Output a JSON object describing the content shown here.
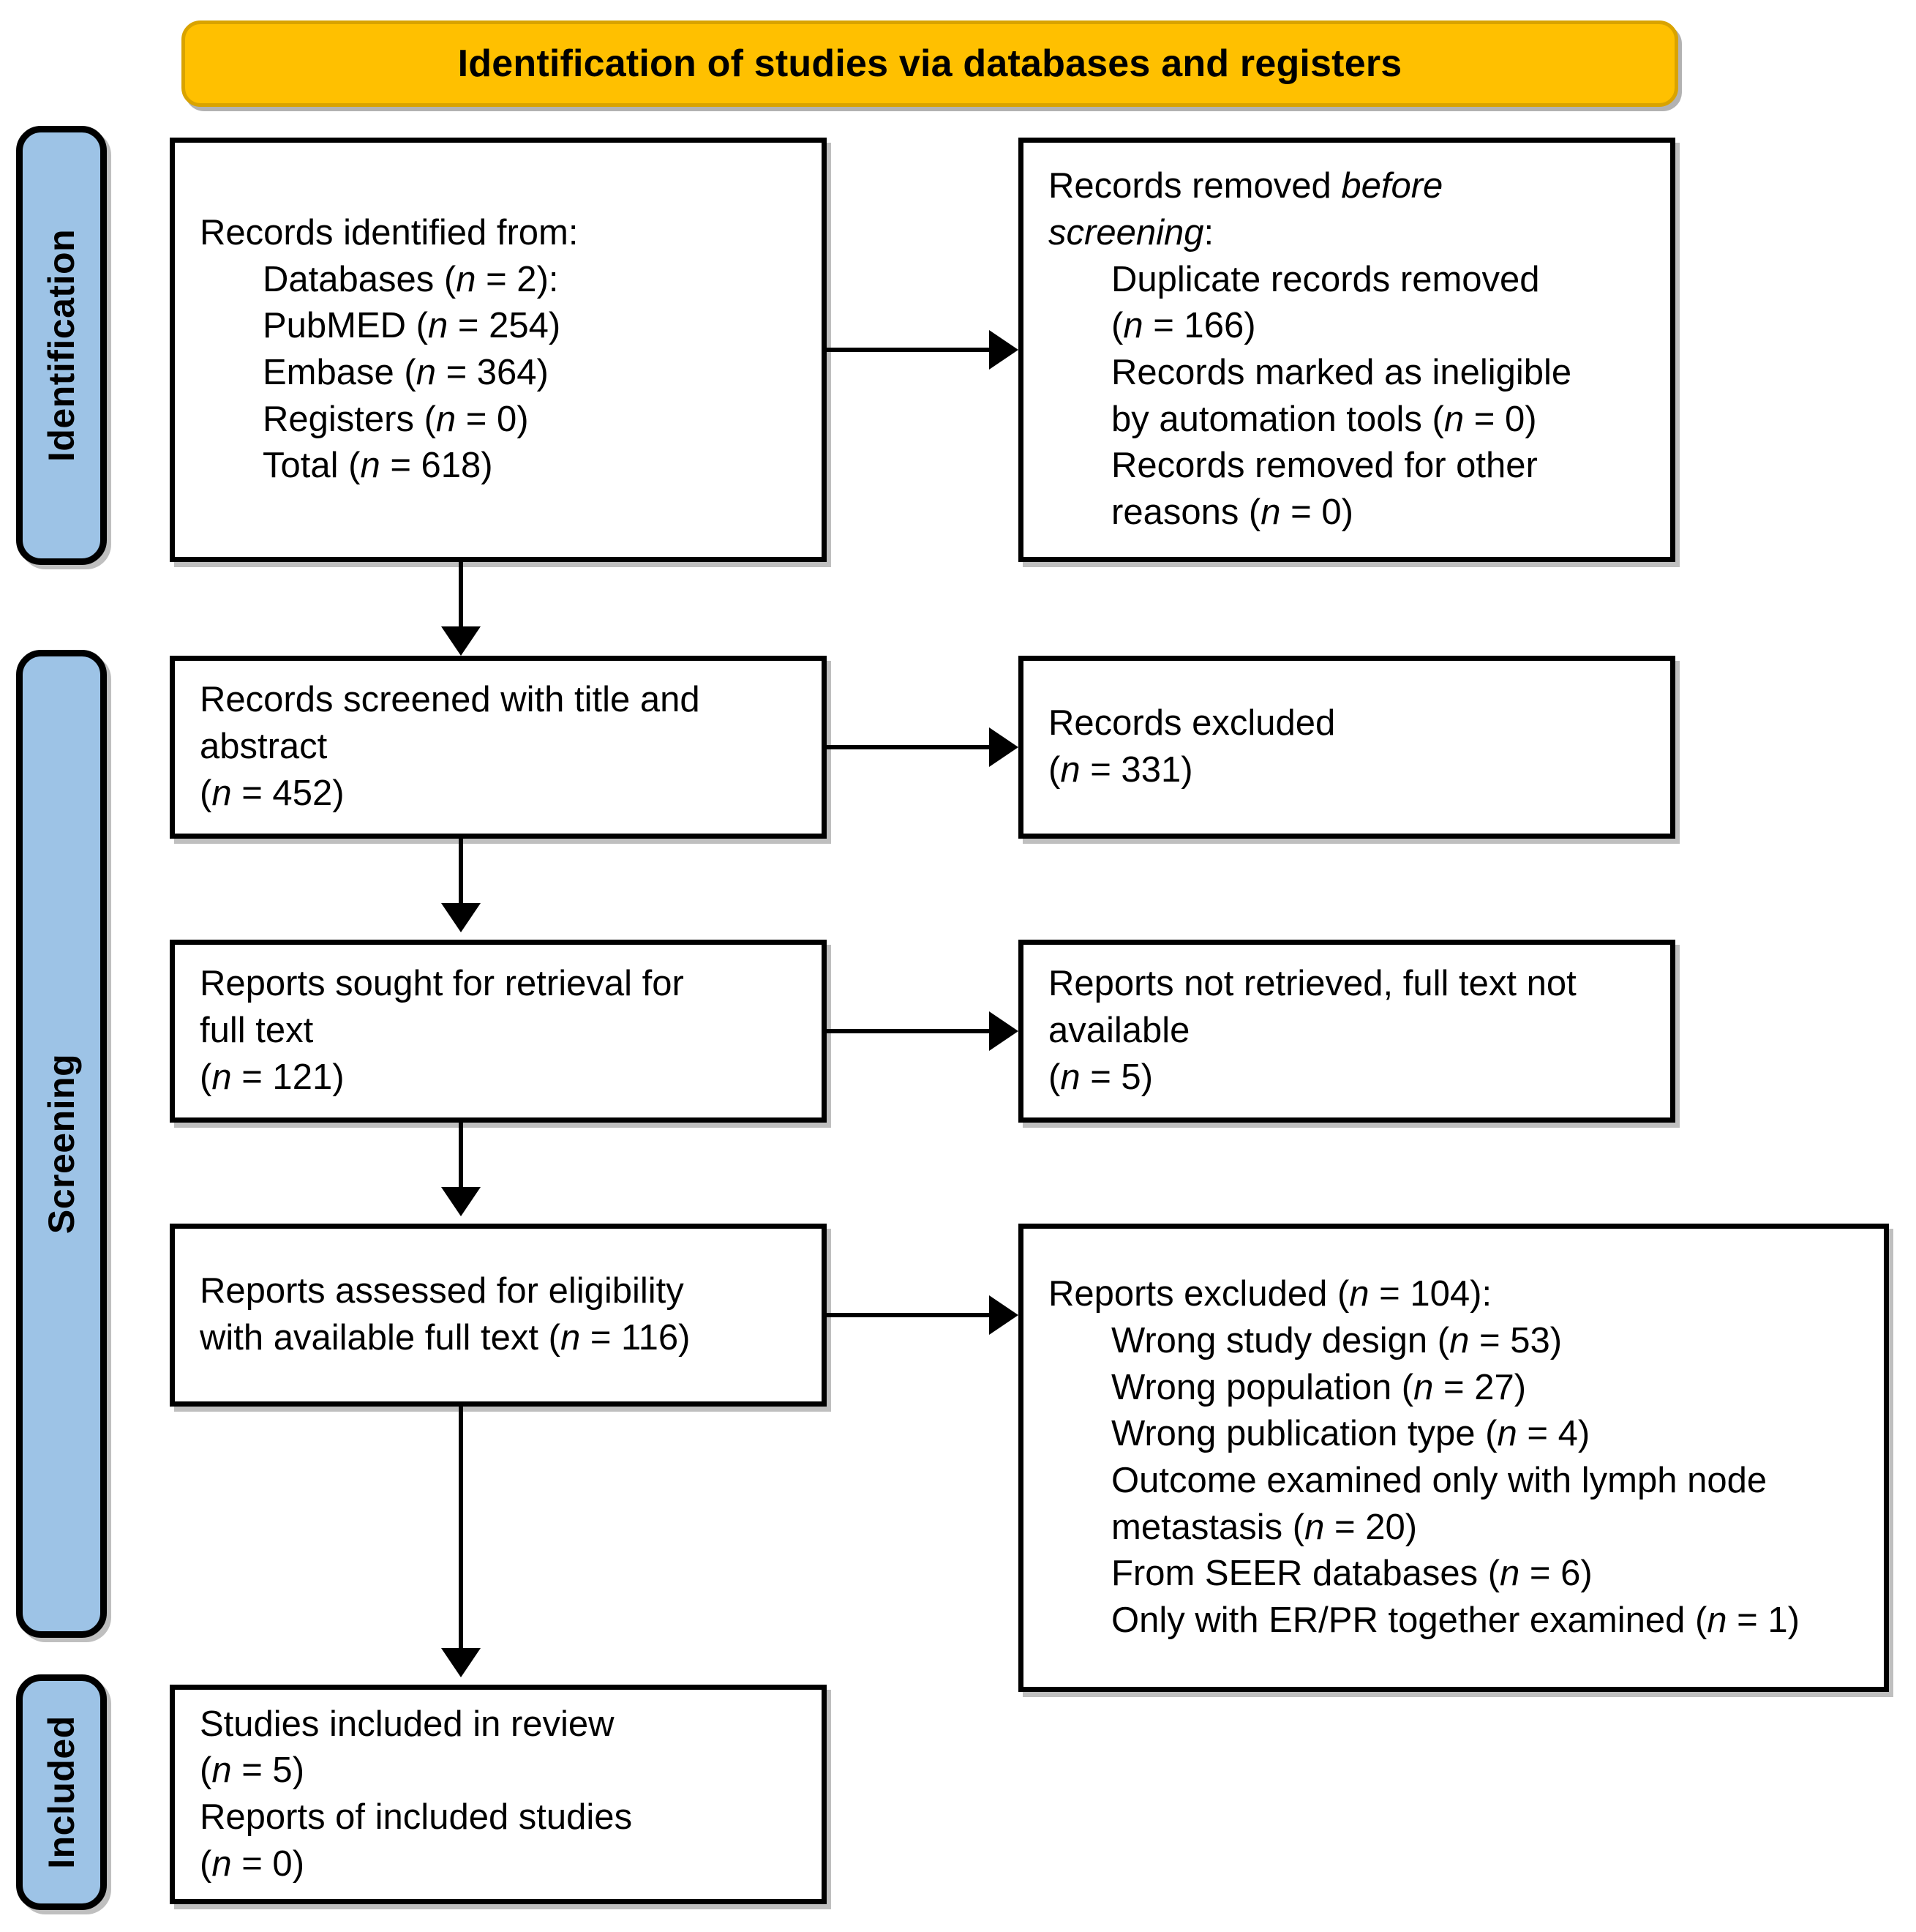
{
  "banner": {
    "title": "Identification of studies via databases and registers",
    "color": "#FFC000"
  },
  "stages": {
    "identification": "Identification",
    "screening": "Screening",
    "included": "Included",
    "color": "#9DC3E6"
  },
  "boxes": {
    "identified": {
      "name": "records-identified",
      "lines": [
        {
          "text": "Records identified from:",
          "indent": false
        },
        {
          "text": "Databases (n = 2):",
          "indent": true
        },
        {
          "text": "PubMED (n = 254)",
          "indent": true
        },
        {
          "text": "Embase (n = 364)",
          "indent": true
        },
        {
          "text": "Registers (n = 0)",
          "indent": true
        },
        {
          "text": "Total (n = 618)",
          "indent": true
        }
      ]
    },
    "removed": {
      "name": "records-removed-before-screening",
      "lines": [
        {
          "text": "Records removed before",
          "indent": false
        },
        {
          "text": "screening:",
          "indent": false
        },
        {
          "text": "Duplicate records removed",
          "indent": true
        },
        {
          "text": "(n = 166)",
          "indent": true
        },
        {
          "text": "Records marked as ineligible",
          "indent": true
        },
        {
          "text": "by automation tools (n = 0)",
          "indent": true
        },
        {
          "text": "Records removed for other",
          "indent": true
        },
        {
          "text": "reasons (n = 0)",
          "indent": true
        }
      ]
    },
    "screened": {
      "name": "records-screened",
      "lines": [
        {
          "text": "Records screened with title and",
          "indent": false
        },
        {
          "text": "abstract",
          "indent": false
        },
        {
          "text": "(n = 452)",
          "indent": false
        }
      ]
    },
    "excluded_1": {
      "name": "records-excluded",
      "lines": [
        {
          "text": "Records excluded",
          "indent": false
        },
        {
          "text": "(n = 331)",
          "indent": false
        }
      ]
    },
    "sought": {
      "name": "reports-sought-for-retrieval",
      "lines": [
        {
          "text": "Reports sought for retrieval for",
          "indent": false
        },
        {
          "text": "full text",
          "indent": false
        },
        {
          "text": "(n = 121)",
          "indent": false
        }
      ]
    },
    "not_retrieved": {
      "name": "reports-not-retrieved",
      "lines": [
        {
          "text": "Reports not retrieved, full text not",
          "indent": false
        },
        {
          "text": "available",
          "indent": false
        },
        {
          "text": "(n = 5)",
          "indent": false
        }
      ]
    },
    "assessed": {
      "name": "reports-assessed-for-eligibility",
      "lines": [
        {
          "text": "Reports assessed for eligibility",
          "indent": false
        },
        {
          "text": "with available full text (n = 116)",
          "indent": false
        }
      ]
    },
    "excluded_2": {
      "name": "reports-excluded-with-reasons",
      "lines": [
        {
          "text": "Reports excluded (n = 104):",
          "indent": false
        },
        {
          "text": "Wrong study design (n = 53)",
          "indent": true
        },
        {
          "text": "Wrong population (n = 27)",
          "indent": true
        },
        {
          "text": "Wrong publication type (n = 4)",
          "indent": true
        },
        {
          "text": "Outcome examined only with lymph node",
          "indent": true
        },
        {
          "text": "metastasis (n = 20)",
          "indent": true
        },
        {
          "text": "From SEER databases (n = 6)",
          "indent": true
        },
        {
          "text": "Only with ER/PR together examined (n = 1)",
          "indent": true
        }
      ]
    },
    "included": {
      "name": "studies-included-in-review",
      "lines": [
        {
          "text": "Studies included in review",
          "indent": false
        },
        {
          "text": "(n = 5)",
          "indent": false
        },
        {
          "text": "Reports of included studies",
          "indent": false
        },
        {
          "text": "(n = 0)",
          "indent": false
        }
      ]
    }
  },
  "chart_data": {
    "type": "diagram",
    "title": "Identification of studies via databases and registers",
    "nodes": [
      {
        "id": "identified",
        "stage": "Identification",
        "column": "left",
        "n": 618
      },
      {
        "id": "removed",
        "stage": "Identification",
        "column": "right",
        "n": 166
      },
      {
        "id": "screened",
        "stage": "Screening",
        "column": "left",
        "n": 452
      },
      {
        "id": "excluded_1",
        "stage": "Screening",
        "column": "right",
        "n": 331
      },
      {
        "id": "sought",
        "stage": "Screening",
        "column": "left",
        "n": 121
      },
      {
        "id": "not_retrieved",
        "stage": "Screening",
        "column": "right",
        "n": 5
      },
      {
        "id": "assessed",
        "stage": "Screening",
        "column": "left",
        "n": 116
      },
      {
        "id": "excluded_2",
        "stage": "Screening",
        "column": "right",
        "n": 104
      },
      {
        "id": "included",
        "stage": "Included",
        "column": "left",
        "n": 5
      }
    ],
    "edges": [
      {
        "from": "identified",
        "to": "removed",
        "direction": "right"
      },
      {
        "from": "identified",
        "to": "screened",
        "direction": "down"
      },
      {
        "from": "screened",
        "to": "excluded_1",
        "direction": "right"
      },
      {
        "from": "screened",
        "to": "sought",
        "direction": "down"
      },
      {
        "from": "sought",
        "to": "not_retrieved",
        "direction": "right"
      },
      {
        "from": "sought",
        "to": "assessed",
        "direction": "down"
      },
      {
        "from": "assessed",
        "to": "excluded_2",
        "direction": "right"
      },
      {
        "from": "assessed",
        "to": "included",
        "direction": "down"
      }
    ],
    "counts": {
      "databases": 2,
      "pubmed": 254,
      "embase": 364,
      "registers": 0,
      "total_identified": 618,
      "duplicates_removed": 166,
      "ineligible_automation": 0,
      "removed_other": 0,
      "screened": 452,
      "records_excluded": 331,
      "reports_sought": 121,
      "reports_not_retrieved": 5,
      "reports_assessed": 116,
      "reports_excluded": 104,
      "wrong_study_design": 53,
      "wrong_population": 27,
      "wrong_publication_type": 4,
      "outcome_lymph_node_only": 20,
      "from_seer_databases": 6,
      "er_pr_together_only": 1,
      "studies_included": 5,
      "reports_of_included_studies": 0
    }
  }
}
